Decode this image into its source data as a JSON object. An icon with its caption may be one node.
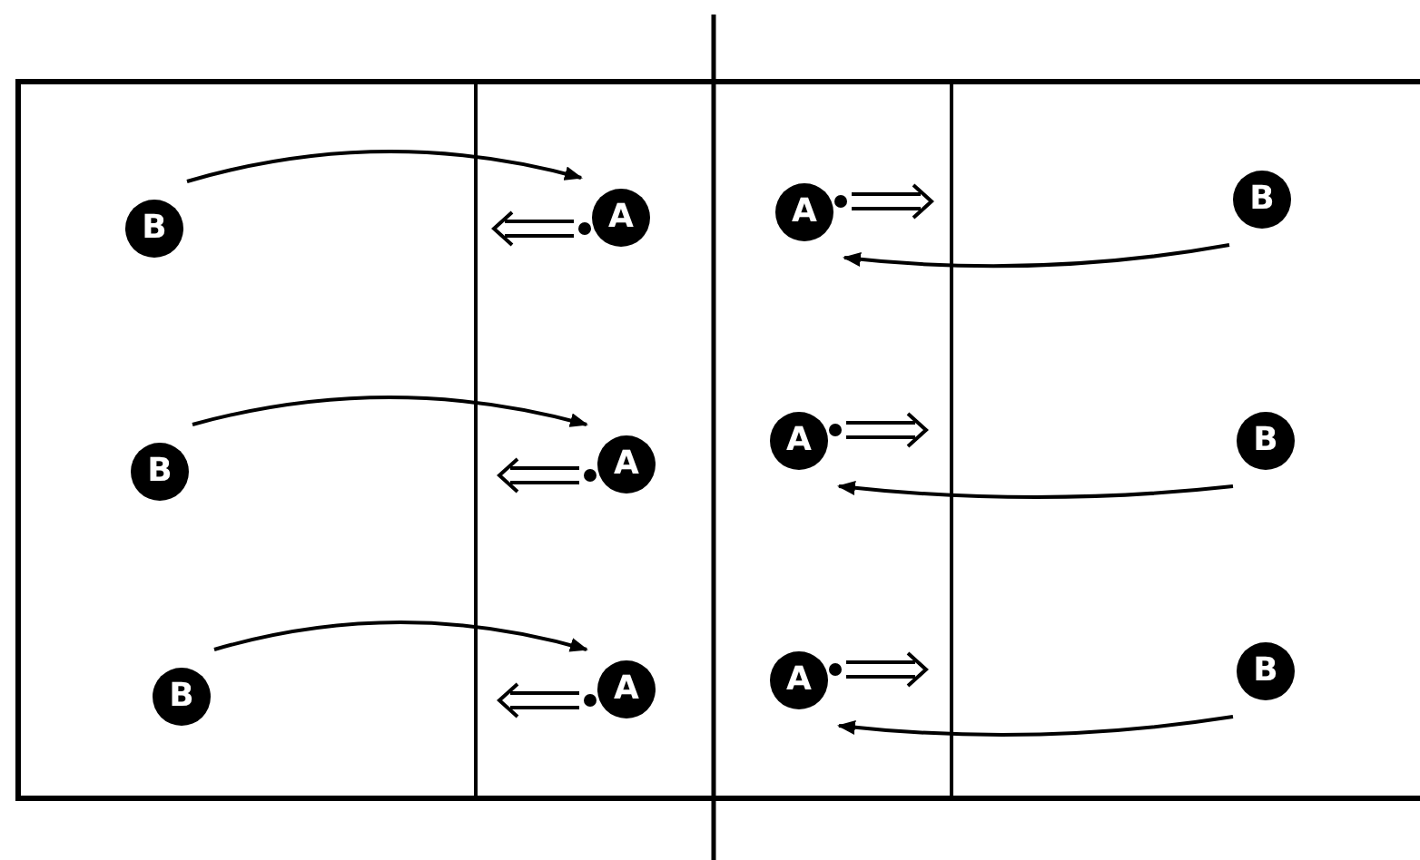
{
  "diagram": {
    "nodes": [
      {
        "text": [
          "B"
        ]
      },
      {
        "text": [
          "A"
        ]
      },
      {
        "text": [
          "A"
        ]
      },
      {
        "text": [
          "B"
        ]
      },
      {
        "text": [
          "B"
        ]
      },
      {
        "text": [
          "A"
        ]
      },
      {
        "text": [
          "A"
        ]
      },
      {
        "text": [
          "B"
        ]
      },
      {
        "text": [
          "B"
        ]
      },
      {
        "text": [
          "A"
        ]
      },
      {
        "text": [
          "A"
        ]
      },
      {
        "text": [
          "B"
        ]
      }
    ],
    "edges": [
      {
        "from": 0,
        "to": 1,
        "arrow": "to"
      },
      {
        "from": 3,
        "to": 2,
        "arrow": "to"
      },
      {
        "from": 4,
        "to": 5,
        "arrow": "to"
      },
      {
        "from": 7,
        "to": 6,
        "arrow": "to"
      },
      {
        "from": 8,
        "to": 9,
        "arrow": "to"
      },
      {
        "from": 11,
        "to": 10,
        "arrow": "to"
      }
    ]
  }
}
